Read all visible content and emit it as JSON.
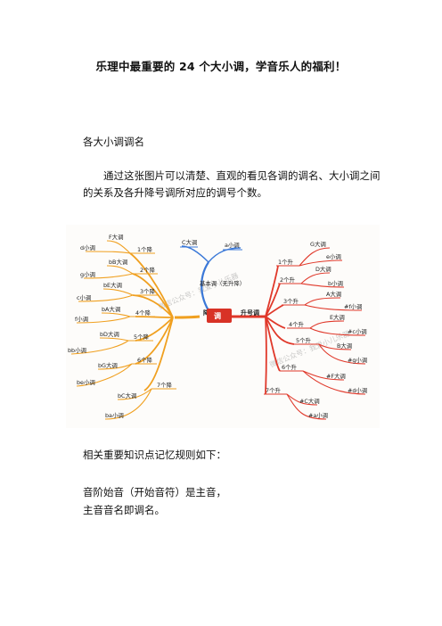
{
  "title": "乐理中最重要的 24 个大小调，学音乐人的福利！",
  "section_heading": "各大小调调名",
  "intro": "通过这张图片可以清楚、直观的看见各调的调名、大小调之间的关系及各升降号调所对应的调号个数。",
  "figure": {
    "center": "调",
    "base_branch": "基本调（无升降）",
    "base_keys": [
      "C大调",
      "a小调"
    ],
    "flat_branch": "降号调",
    "sharp_branch": "升号调",
    "flat_counts": [
      "1个降",
      "2个降",
      "3个降",
      "4个降",
      "5个降",
      "6个降",
      "7个降"
    ],
    "flat_keys": [
      "F大调",
      "d小调",
      "bB大调",
      "g小调",
      "bE大调",
      "c小调",
      "bA大调",
      "f小调",
      "bD大调",
      "bb小调",
      "bG大调",
      "be小调",
      "bC大调",
      "ba小调"
    ],
    "sharp_counts": [
      "1个升",
      "2个升",
      "3个升",
      "4个升",
      "5个升",
      "6个升",
      "7个升"
    ],
    "sharp_keys": [
      "G大调",
      "e小调",
      "D大调",
      "b小调",
      "A大调",
      "#f小调",
      "E大调",
      "#c小调",
      "B大调",
      "#g小调",
      "#F大调",
      "#d小调",
      "#C大调",
      "#a小调"
    ],
    "watermark": "微信公众号：我爱小儿乐器",
    "colors": {
      "flat": "#f0a020",
      "sharp": "#e0382a",
      "base": "#3a78d8",
      "center": "#d83226"
    }
  },
  "rules_heading": "相关重要知识点记忆规则如下：",
  "rule_1": "音阶始音（开始音符）是主音，",
  "rule_2": "主音音名即调名。"
}
